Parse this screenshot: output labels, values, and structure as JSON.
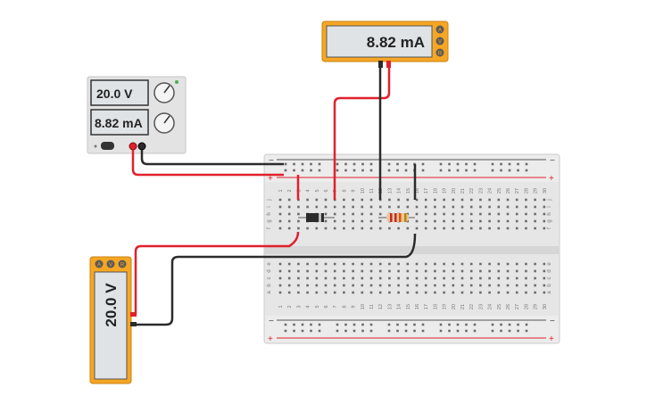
{
  "ammeter": {
    "reading": "8.82 mA",
    "mode_buttons": [
      {
        "label": "A",
        "action": "select-ammeter-mode"
      },
      {
        "label": "V",
        "action": "select-voltmeter-mode"
      },
      {
        "label": "R",
        "action": "select-ohmmeter-mode"
      }
    ]
  },
  "power_supply": {
    "voltage_display": "20.0 V",
    "current_display": "8.82 mA"
  },
  "voltmeter": {
    "reading": "20.0 V",
    "mode_buttons": [
      {
        "label": "A",
        "action": "select-ammeter-mode"
      },
      {
        "label": "V",
        "action": "select-voltmeter-mode"
      },
      {
        "label": "R",
        "action": "select-ohmmeter-mode"
      }
    ]
  },
  "breadboard": {
    "column_numbers": [
      "1",
      "2",
      "3",
      "4",
      "5",
      "6",
      "7",
      "8",
      "9",
      "10",
      "11",
      "12",
      "13",
      "14",
      "15",
      "16",
      "17",
      "18",
      "19",
      "20",
      "21",
      "22",
      "23",
      "24",
      "25",
      "26",
      "27",
      "28",
      "29",
      "30"
    ],
    "top_row_letters": [
      "j",
      "i",
      "h",
      "g",
      "f"
    ],
    "bottom_row_letters": [
      "e",
      "d",
      "c",
      "b",
      "a"
    ],
    "rail_minus": "−",
    "rail_plus": "+"
  },
  "colors": {
    "meter_frame": "#f5a623",
    "lcd": "#dfe3e6",
    "red_wire": "#e0212b",
    "black_wire": "#2b2b2b",
    "board": "#e9e9e9"
  }
}
